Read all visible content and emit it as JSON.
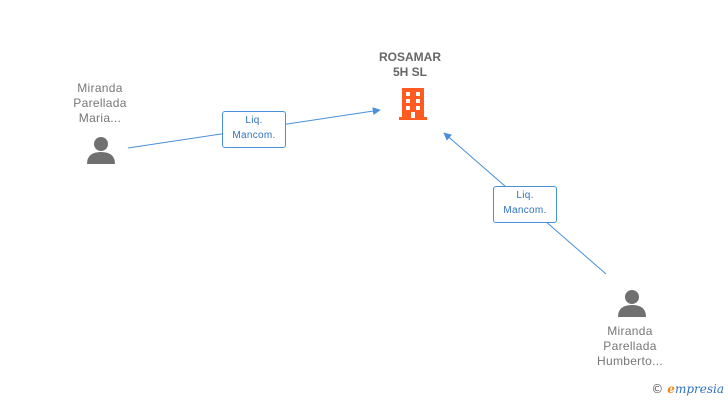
{
  "company": {
    "name_line1": "ROSAMAR",
    "name_line2": "5H SL",
    "icon": "building-icon",
    "color": "#ff5a1f"
  },
  "persons": [
    {
      "line1": "Miranda",
      "line2": "Parellada",
      "line3": "Maria...",
      "icon": "person-icon"
    },
    {
      "line1": "Miranda",
      "line2": "Parellada",
      "line3": "Humberto...",
      "icon": "person-icon"
    }
  ],
  "relations": [
    {
      "line1": "Liq.",
      "line2": "Mancom."
    },
    {
      "line1": "Liq.",
      "line2": "Mancom."
    }
  ],
  "colors": {
    "edge": "#4a90d9",
    "person": "#707070"
  },
  "brand": {
    "symbol": "©",
    "e": "e",
    "rest": "mpresia"
  }
}
